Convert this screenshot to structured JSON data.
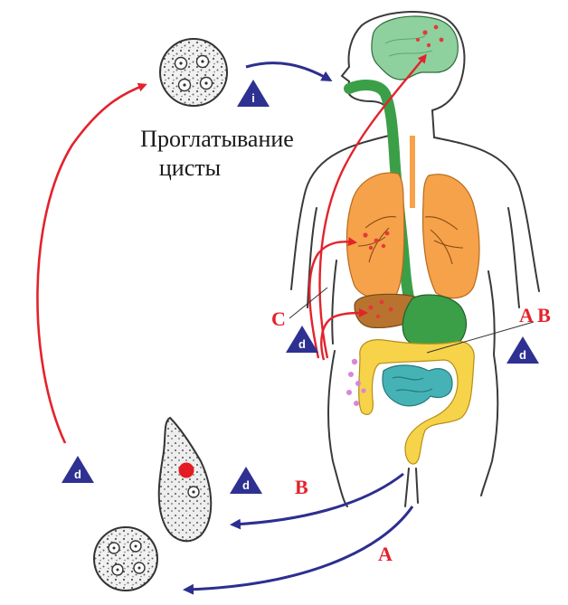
{
  "caption": {
    "line1": "Проглатывание",
    "line2": "цисты"
  },
  "route_labels": {
    "a": "A",
    "b": "B",
    "c": "C",
    "ab": "A B"
  },
  "stage_badges": {
    "infective": "i",
    "diagnostic": "d"
  },
  "colors": {
    "red_arrow": "#e3232c",
    "blue_arrow": "#2c2f8f",
    "badge_fill": "#2e3192",
    "brain": "#8fd19e",
    "lungs": "#f6a24a",
    "liver": "#b8742f",
    "stomach": "#3b9f47",
    "small_intestine": "#45b3b5",
    "large_intestine": "#f7d34a",
    "lesion_dots": "#e43a3a",
    "cyst_pink": "#d887d8"
  }
}
